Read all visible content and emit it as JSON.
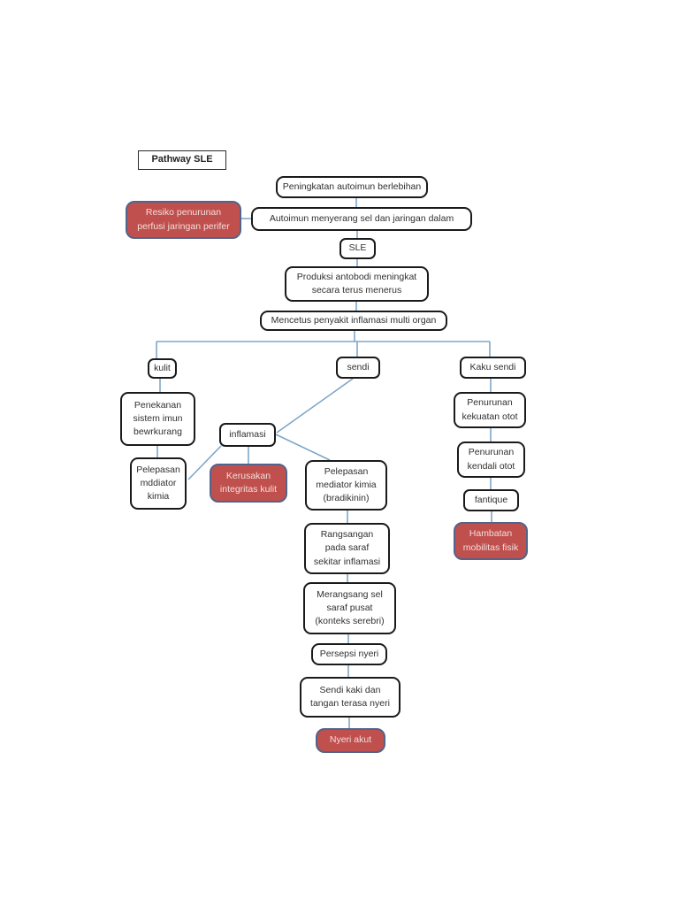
{
  "page": {
    "description_label": "Pathway SLE flowchart"
  },
  "colors": {
    "box_border": "#1a1a1a",
    "red_fill": "#c0504d",
    "red_border": "#53638a",
    "red_text": "#f2dedd",
    "connector": "#7ea6c8",
    "text": "#303030"
  },
  "nodes": {
    "pathway_title": {
      "label": "Pathway SLE"
    },
    "peningkatan_autoimun": {
      "label": "Peningkatan autoimun berlebihan"
    },
    "resiko_perfusi": {
      "label": "Resiko penurunan\nperfusi jaringan perifer"
    },
    "autoimun_menyerang": {
      "label": "Autoimun menyerang sel dan jaringan dalam"
    },
    "sle": {
      "label": "SLE"
    },
    "produksi_antibodi": {
      "label": "Produksi antobodi meningkat\nsecara terus menerus"
    },
    "mencetus_inflamasi": {
      "label": "Mencetus penyakit inflamasi multi organ"
    },
    "kulit": {
      "label": "kulit"
    },
    "sendi": {
      "label": "sendi"
    },
    "kaku_sendi": {
      "label": "Kaku sendi"
    },
    "penekanan_imun": {
      "label": "Penekanan\nsistem imun\nbewrkurang"
    },
    "inflamasi": {
      "label": "inflamasi"
    },
    "pelepasan_mddiator": {
      "label": "Pelepasan\nmddiator\nkimia"
    },
    "kerusakan_integritas": {
      "label": "Kerusakan\nintegritas kulit"
    },
    "pelepasan_mediator": {
      "label": "Pelepasan\nmediator kimia\n(bradikinin)"
    },
    "penurunan_kekuatan": {
      "label": "Penurunan\nkekuatan otot"
    },
    "penurunan_kendali": {
      "label": "Penurunan\nkendali otot"
    },
    "fantique": {
      "label": "fantique"
    },
    "hambatan_mobilitas": {
      "label": "Hambatan\nmobilitas fisik"
    },
    "rangsangan_saraf": {
      "label": "Rangsangan\npada saraf\nsekitar inflamasi"
    },
    "merangsang_saraf_pusat": {
      "label": "Merangsang sel\nsaraf pusat\n(konteks serebri)"
    },
    "persepsi_nyeri": {
      "label": "Persepsi nyeri"
    },
    "sendi_kaki": {
      "label": "Sendi kaki dan\ntangan terasa nyeri"
    },
    "nyeri_akut": {
      "label": "Nyeri akut"
    }
  }
}
